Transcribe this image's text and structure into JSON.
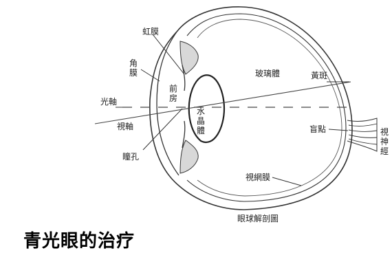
{
  "diagram": {
    "labels": {
      "iris": "虹膜",
      "cornea": "角膜",
      "anterior_chamber": "前房",
      "vitreous": "玻璃體",
      "macula": "黃斑",
      "optic_axis": "光軸",
      "lens": "水晶體",
      "visual_axis": "視軸",
      "blind_spot": "盲點",
      "optic_nerve": "視神經",
      "pupil": "瞳孔",
      "retina": "視網膜",
      "caption": "眼球解剖圖"
    }
  },
  "page": {
    "title": "青光眼的治疗"
  }
}
